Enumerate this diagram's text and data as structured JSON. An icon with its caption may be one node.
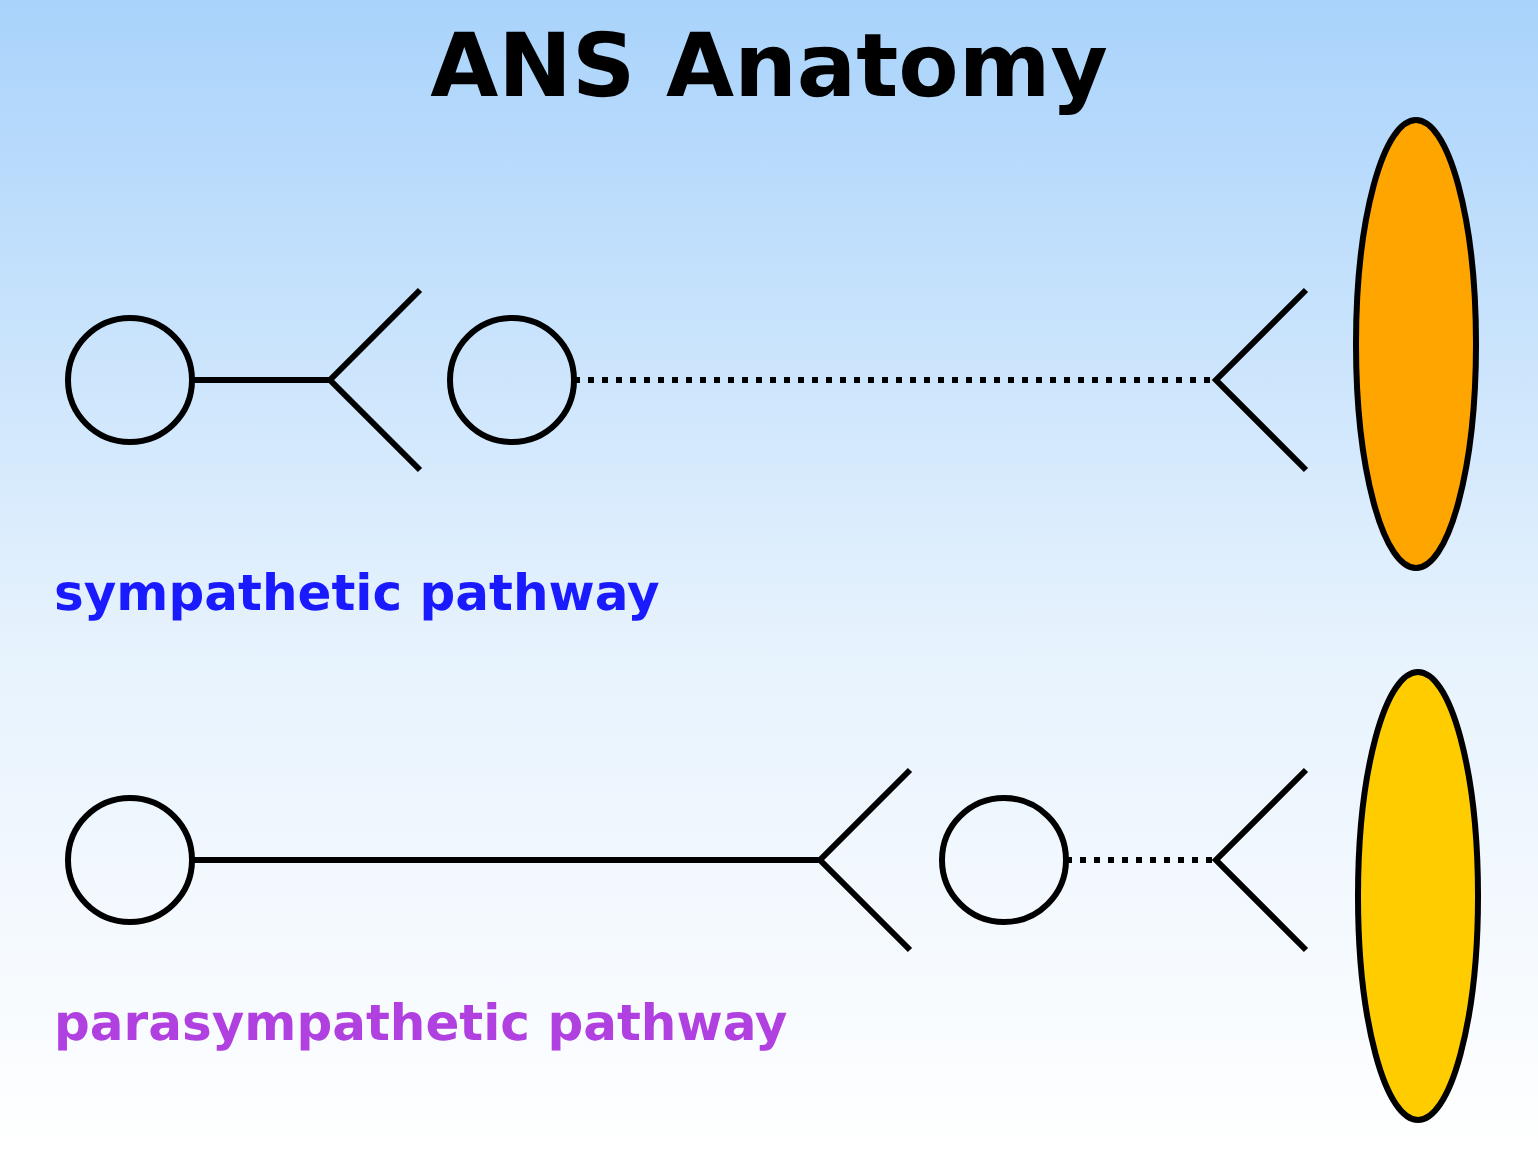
{
  "diagram": {
    "title": "ANS Anatomy",
    "nodes": [
      {
        "text": [],
        "shape": "circle"
      },
      {
        "text": [],
        "shape": "circle"
      },
      {
        "text": [],
        "shape": "ellipse"
      },
      {
        "text": [],
        "shape": "circle"
      },
      {
        "text": [],
        "shape": "circle"
      },
      {
        "text": [],
        "shape": "ellipse"
      }
    ],
    "edges": [
      {
        "from": 0,
        "to": 1,
        "arrow": "other"
      },
      {
        "from": 1,
        "to": 2,
        "arrow": "other",
        "style": "dashed"
      },
      {
        "from": 3,
        "to": 4,
        "arrow": "other"
      },
      {
        "from": 4,
        "to": 5,
        "arrow": "other",
        "style": "dashed"
      }
    ],
    "labels": [
      "sympathetic pathway",
      "parasympathetic pathway"
    ]
  }
}
